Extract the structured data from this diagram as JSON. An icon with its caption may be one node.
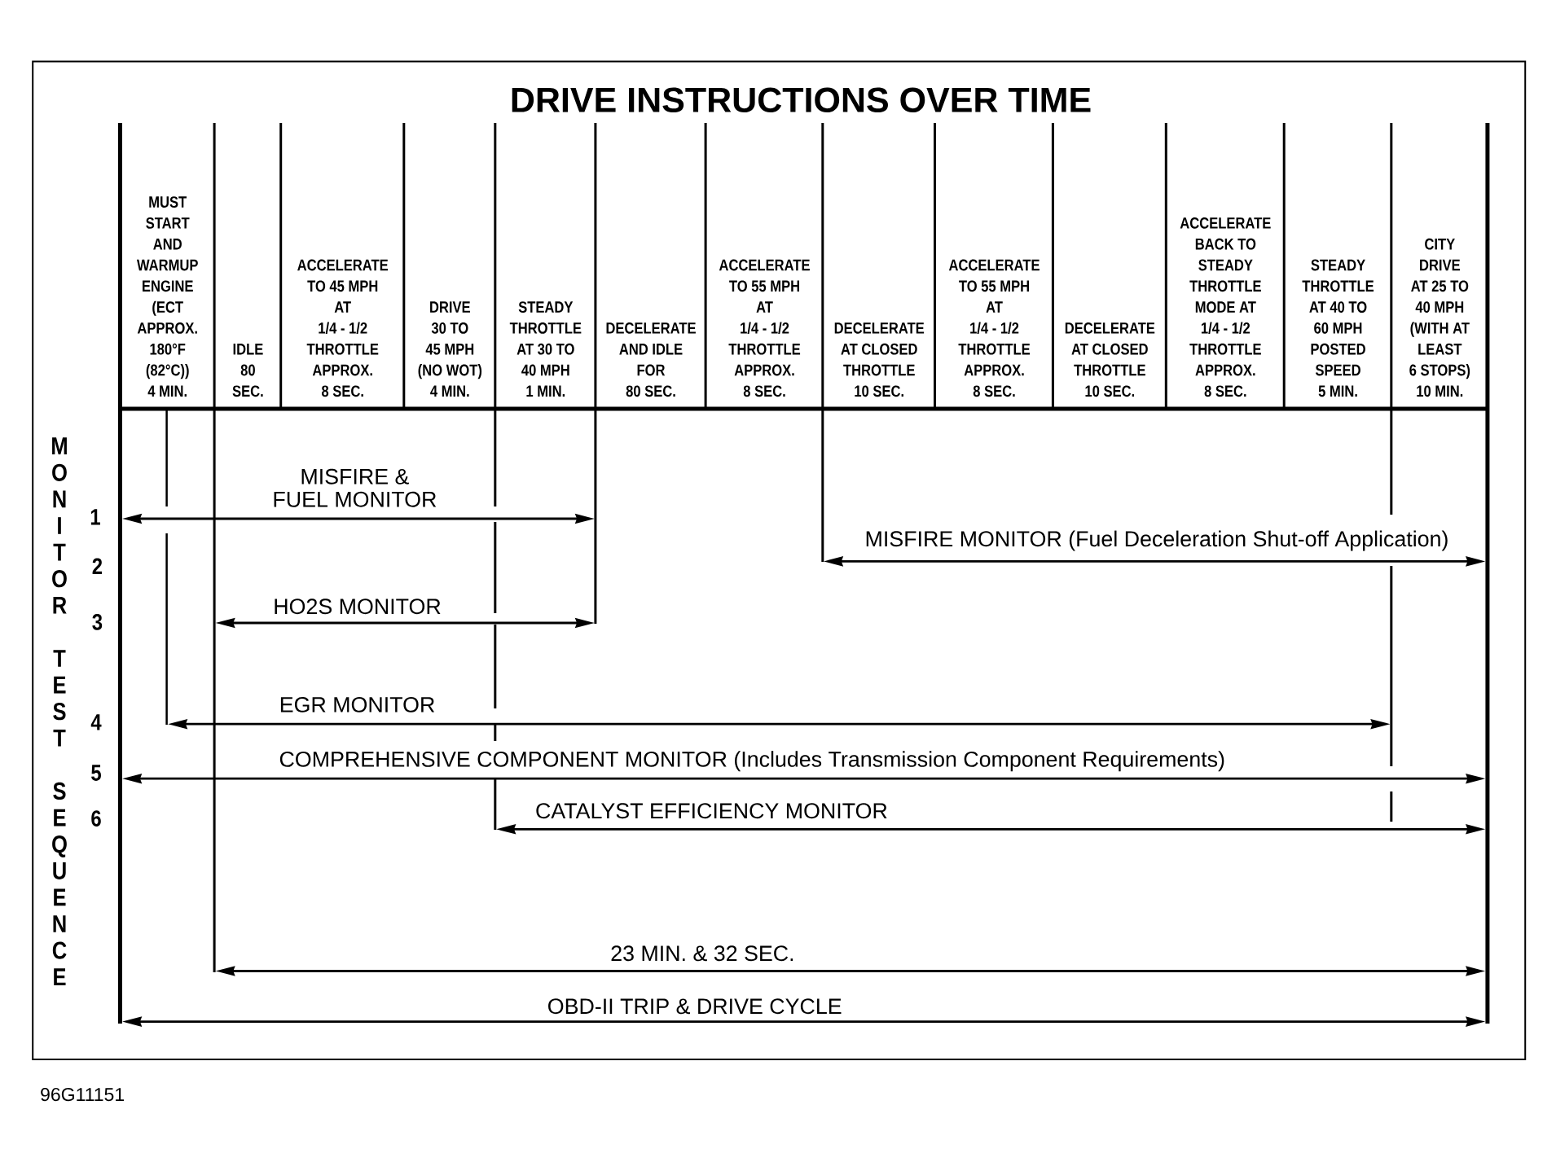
{
  "diagram": {
    "title": "DRIVE INSTRUCTIONS OVER TIME",
    "nodes": [
      {
        "text": [
          "MUST START AND WARMUP ENGINE (ECT APPROX. 180°F (82°C)) 4 MIN."
        ]
      },
      {
        "text": [
          "IDLE 80 SEC."
        ]
      },
      {
        "text": [
          "ACCELERATE TO 45 MPH AT 1/4 - 1/2 THROTTLE APPROX. 8 SEC."
        ]
      },
      {
        "text": [
          "DRIVE 30 TO 45 MPH (NO WOT) 4 MIN."
        ]
      },
      {
        "text": [
          "STEADY THROTTLE AT 30 TO 40 MPH 1 MIN."
        ]
      },
      {
        "text": [
          "DECELERATE AND IDLE FOR 80 SEC."
        ]
      },
      {
        "text": [
          "ACCELERATE TO 55 MPH AT 1/4 - 1/2 THROTTLE APPROX. 8 SEC."
        ]
      },
      {
        "text": [
          "DECELERATE AT CLOSED THROTTLE 10 SEC."
        ]
      },
      {
        "text": [
          "ACCELERATE TO 55 MPH AT 1/4 - 1/2 THROTTLE APPROX. 8 SEC."
        ]
      },
      {
        "text": [
          "DECELERATE AT CLOSED THROTTLE 10 SEC."
        ]
      },
      {
        "text": [
          "ACCELERATE BACK TO STEADY THROTTLE MODE AT 1/4 - 1/2 THROTTLE APPROX. 8 SEC."
        ]
      },
      {
        "text": [
          "STEADY THROTTLE AT 40 TO 60 MPH POSTED SPEED 5 MIN."
        ]
      },
      {
        "text": [
          "CITY DRIVE AT 25 TO 40 MPH (WITH AT LEAST 6 STOPS) 10 MIN."
        ]
      }
    ],
    "labels": [
      "MONITOR TEST SEQUENCE",
      "1",
      "MISFIRE & FUEL MONITOR",
      "2",
      "MISFIRE MONITOR (Fuel Deceleration Shut-off Application)",
      "3",
      "HO2S MONITOR",
      "4",
      "EGR MONITOR",
      "5",
      "COMPREHENSIVE COMPONENT MONITOR (Includes Transmission Component Requirements)",
      "6",
      "CATALYST EFFICIENCY MONITOR",
      "23 MIN. & 32 SEC.",
      "OBD-II TRIP & DRIVE CYCLE",
      "96G11151"
    ]
  }
}
